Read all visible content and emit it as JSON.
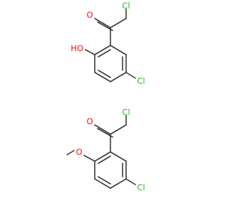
{
  "colors": {
    "bond": "#3a3a3a",
    "carbon": "#3a3a3a",
    "oxygen": "#ff0d0d",
    "chlorine": "#1fbf1f",
    "background": "#ffffff"
  },
  "molecules": [
    {
      "atoms": [
        {
          "label": "Cl",
          "element": "chlorine"
        },
        {
          "label": "O",
          "element": "oxygen"
        },
        {
          "label": "HO",
          "element": "oxygen"
        },
        {
          "label": "Cl",
          "element": "chlorine"
        }
      ]
    },
    {
      "atoms": [
        {
          "label": "Cl",
          "element": "chlorine"
        },
        {
          "label": "O",
          "element": "oxygen"
        },
        {
          "label": "O",
          "element": "oxygen"
        },
        {
          "label": "Cl",
          "element": "chlorine"
        }
      ]
    }
  ]
}
